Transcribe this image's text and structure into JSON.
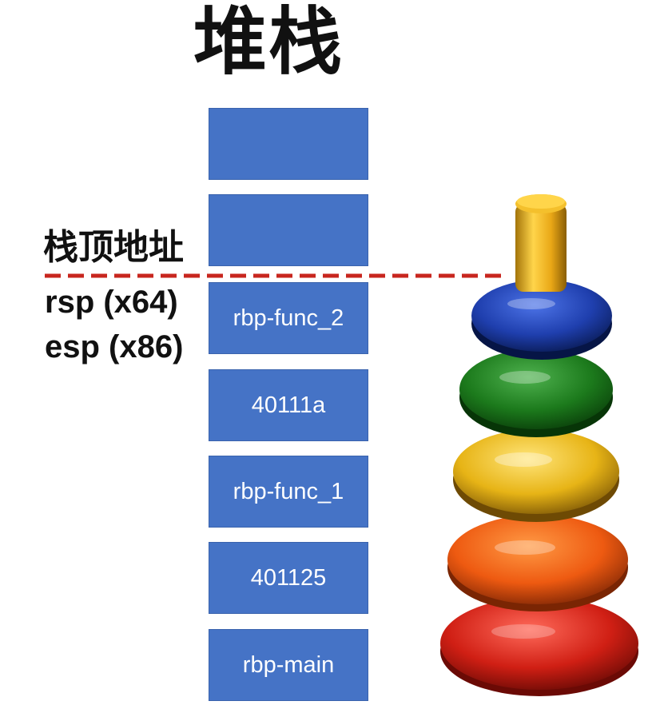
{
  "title": "堆栈",
  "stack_top_label": "栈顶地址",
  "registers": {
    "x64": "rsp (x64)",
    "x86": "esp (x86)"
  },
  "stack_cells": [
    {
      "label": ""
    },
    {
      "label": ""
    },
    {
      "label": "rbp-func_2"
    },
    {
      "label": "40111a"
    },
    {
      "label": "rbp-func_1"
    },
    {
      "label": "401125"
    },
    {
      "label": "rbp-main"
    }
  ],
  "colors": {
    "cell_fill": "#4573c6",
    "pointer_line": "#c8261e",
    "ring_top": "#1f3fae",
    "ring_2": "#1f7a1f",
    "ring_3": "#e7b416",
    "ring_4": "#ee5a11",
    "ring_bottom": "#d01f14",
    "peg": "#e9b21b"
  },
  "toy_rings": [
    "blue",
    "green",
    "yellow",
    "orange",
    "red"
  ]
}
